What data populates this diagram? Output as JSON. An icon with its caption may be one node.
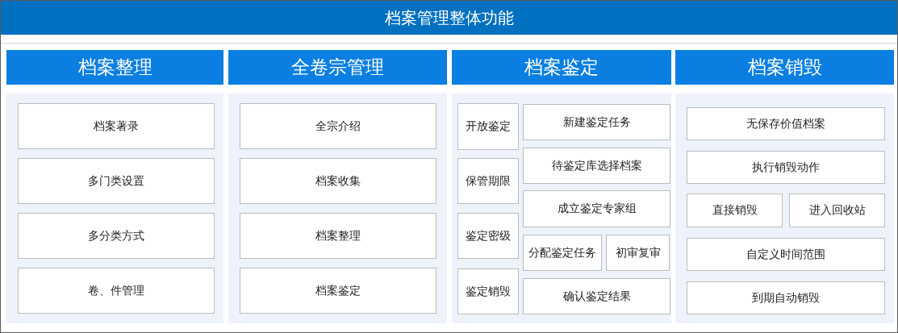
{
  "diagram": {
    "title": "档案管理整体功能",
    "nodes": [
      {
        "text": [
          "档案整理"
        ]
      },
      {
        "text": [
          "档案著录"
        ],
        "in": 0
      },
      {
        "text": [
          "多门类设置"
        ],
        "in": 0
      },
      {
        "text": [
          "多分类方式"
        ],
        "in": 0
      },
      {
        "text": [
          "卷、件管理"
        ],
        "in": 0
      },
      {
        "text": [
          "全卷宗管理"
        ]
      },
      {
        "text": [
          "全宗介绍"
        ],
        "in": 5
      },
      {
        "text": [
          "档案收集"
        ],
        "in": 5
      },
      {
        "text": [
          "档案整理"
        ],
        "in": 5
      },
      {
        "text": [
          "档案鉴定"
        ],
        "in": 5
      },
      {
        "text": [
          "档案鉴定"
        ]
      },
      {
        "text": [
          "开放鉴定"
        ],
        "in": 10
      },
      {
        "text": [
          "保管期限"
        ],
        "in": 10
      },
      {
        "text": [
          "鉴定密级"
        ],
        "in": 10
      },
      {
        "text": [
          "鉴定销毁"
        ],
        "in": 10
      },
      {
        "text": [
          "新建鉴定任务"
        ],
        "in": 10
      },
      {
        "text": [
          "待鉴定库选择档案"
        ],
        "in": 10
      },
      {
        "text": [
          "成立鉴定专家组"
        ],
        "in": 10
      },
      {
        "text": [
          "分配鉴定任务"
        ],
        "in": 10
      },
      {
        "text": [
          "初审复审"
        ],
        "in": 10
      },
      {
        "text": [
          "确认鉴定结果"
        ],
        "in": 10
      },
      {
        "text": [
          "档案销毁"
        ]
      },
      {
        "text": [
          "无保存价值档案"
        ],
        "in": 21
      },
      {
        "text": [
          "执行销毁动作"
        ],
        "in": 21
      },
      {
        "text": [
          "直接销毁"
        ],
        "in": 21
      },
      {
        "text": [
          "进入回收站"
        ],
        "in": 21
      },
      {
        "text": [
          "自定义时间范围"
        ],
        "in": 21
      },
      {
        "text": [
          "到期自动销毁"
        ],
        "in": 21
      }
    ]
  }
}
